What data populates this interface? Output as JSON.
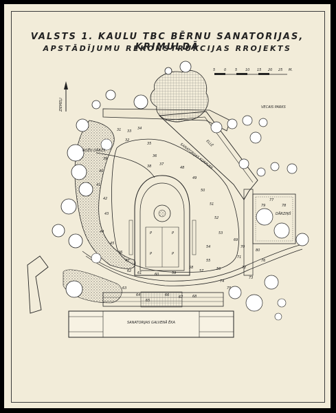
{
  "title": {
    "line1": "VALSTS 1. KAULU TBC BĒRNU SANATORIJAS, KRIMULDĀ",
    "line2": "APSTĀDĪJUMU REKONSTRUKCIJAS RROJEKTS"
  },
  "north_label": "ZIEMEĻI",
  "scale": {
    "ticks": [
      "5",
      "0",
      "5",
      "10",
      "15",
      "20",
      "25"
    ],
    "unit": "M."
  },
  "map_labels": {
    "main_building": "SANATORIJAS GALVENĀ ĒKA",
    "old_park": "VECAIS PARKS",
    "alley": "SANATORIJAS KORPUSS",
    "alley2": "ELLĒ",
    "rose_garden": "ROŽU DĀRZS",
    "small_garden": "DĀRZIŅŠ",
    "p1": "P",
    "p2": "P",
    "p3": "P",
    "p4": "P"
  },
  "plant_numbers": [
    "31",
    "32",
    "33",
    "34",
    "35",
    "36",
    "37",
    "38",
    "39",
    "40",
    "41",
    "42",
    "43",
    "44",
    "45",
    "46",
    "47",
    "48",
    "49",
    "50",
    "51",
    "52",
    "53",
    "54",
    "55",
    "56",
    "57",
    "58",
    "59",
    "60",
    "61",
    "62",
    "63",
    "64",
    "65",
    "66",
    "67",
    "68",
    "69",
    "70",
    "71",
    "72",
    "73",
    "74",
    "75",
    "76",
    "77",
    "78",
    "79",
    "80"
  ]
}
